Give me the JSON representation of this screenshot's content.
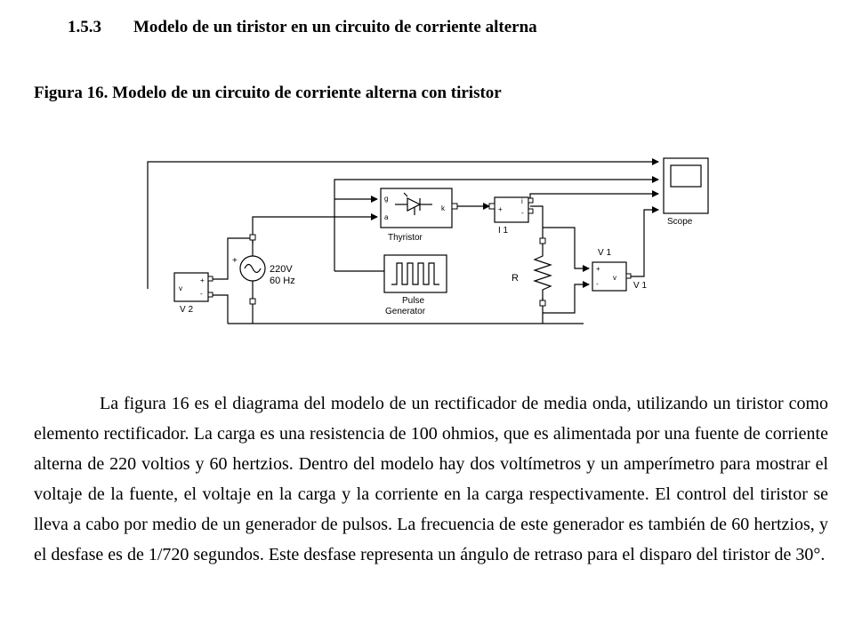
{
  "heading": {
    "number": "1.5.3",
    "title": "Modelo de un tiristor en un circuito de corriente alterna"
  },
  "figure": {
    "caption": "Figura 16. Modelo de un circuito de corriente alterna con tiristor"
  },
  "diagram": {
    "thyristor": {
      "label": "Thyristor",
      "port_g": "g",
      "port_a": "a",
      "port_k": "k"
    },
    "pulse_generator": {
      "label_line1": "Pulse",
      "label_line2": "Generator"
    },
    "ammeter": {
      "label": "I 1",
      "port_plus": "+",
      "port_minus": "-",
      "port_i": "i"
    },
    "resistor": {
      "label": "R"
    },
    "source": {
      "voltage": "220V",
      "frequency": "60 Hz"
    },
    "voltmeter_v1": {
      "label_top": "V 1",
      "label_right": "V 1",
      "port_plus": "+",
      "port_minus": "-",
      "port_v": "v"
    },
    "voltmeter_v2": {
      "label": "V 2",
      "port_plus": "+",
      "port_minus": "-",
      "port_v": "v"
    },
    "scope": {
      "label": "Scope"
    }
  },
  "paragraph": "La figura 16 es el diagrama del modelo de un rectificador de media onda, utilizando un tiristor como elemento rectificador. La carga es una resistencia de 100 ohmios, que es alimentada por una fuente de corriente alterna de 220 voltios y 60 hertzios. Dentro del modelo hay dos voltímetros y un amperímetro para mostrar el voltaje de la fuente, el voltaje en la carga y la corriente en la carga respectivamente. El control del tiristor se lleva a cabo por medio de un generador de pulsos. La frecuencia de este generador es también de 60 hertzios, y el desfase es de 1/720 segundos. Este desfase representa un ángulo de retraso para el disparo del tiristor de 30°."
}
